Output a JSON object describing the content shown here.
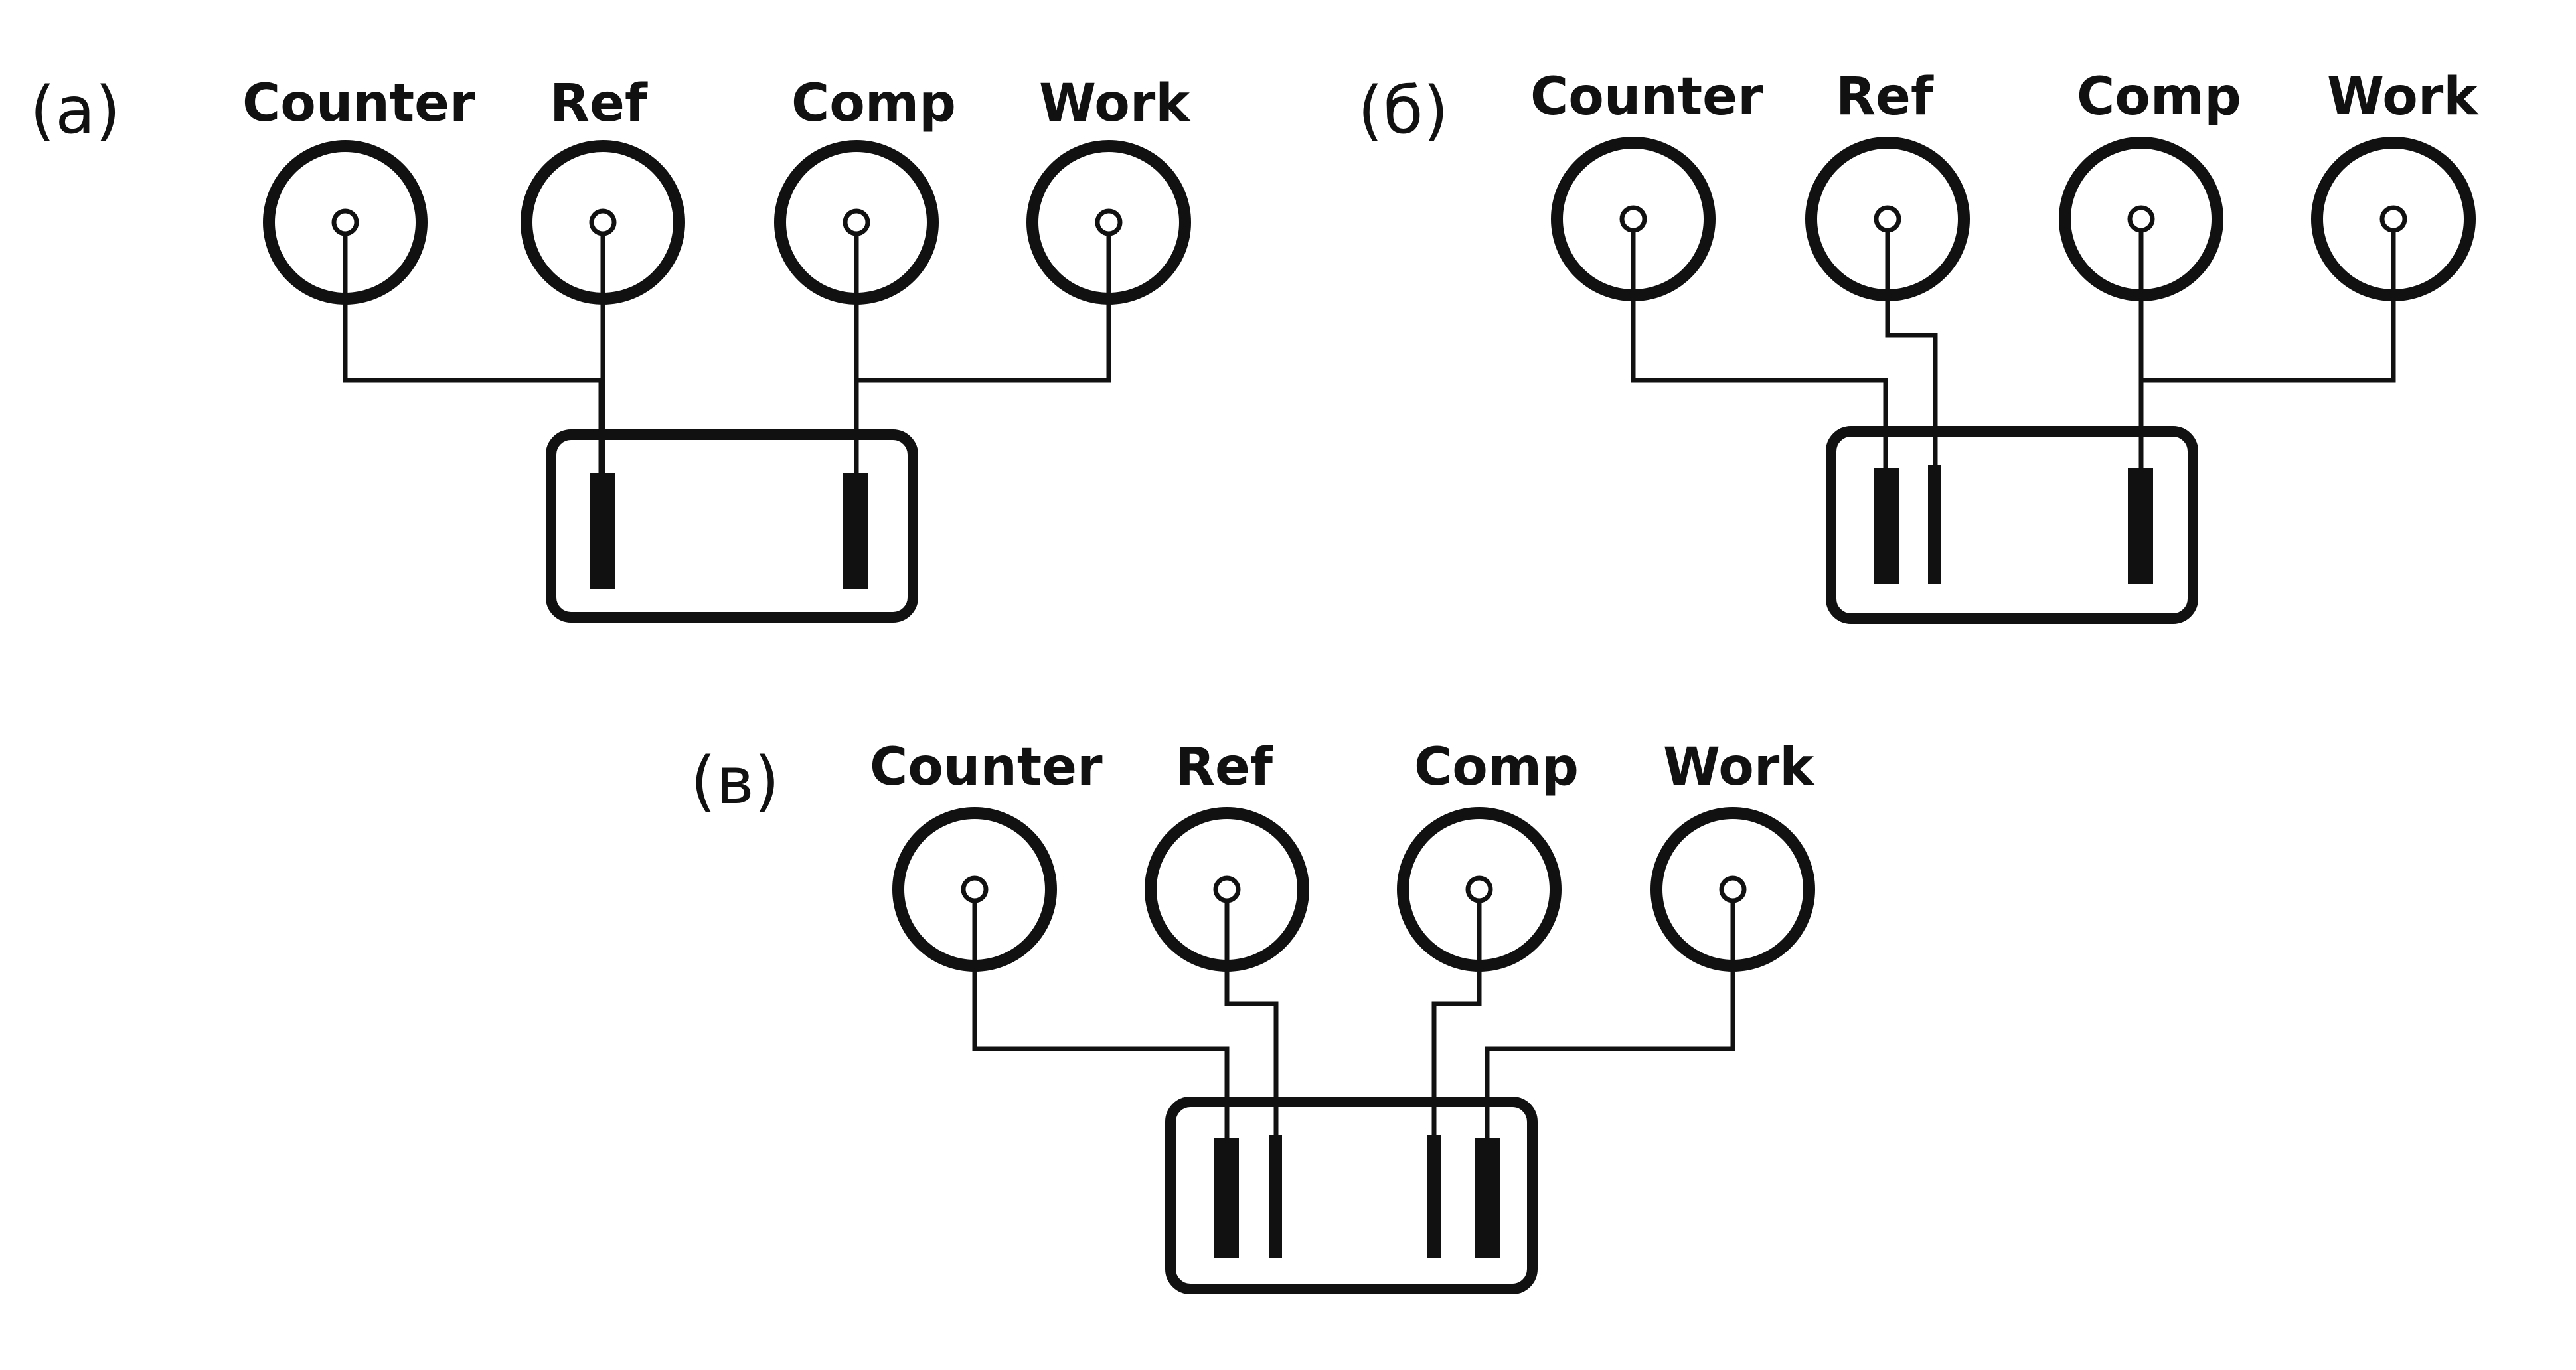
{
  "colors": {
    "ink": "#111111",
    "background": "#ffffff"
  },
  "terminals": [
    "Counter",
    "Ref",
    "Comp",
    "Work"
  ],
  "panels": [
    {
      "id": "a",
      "label": "(a)"
    },
    {
      "id": "b",
      "label": "(б)"
    },
    {
      "id": "c",
      "label": "(в)"
    }
  ]
}
